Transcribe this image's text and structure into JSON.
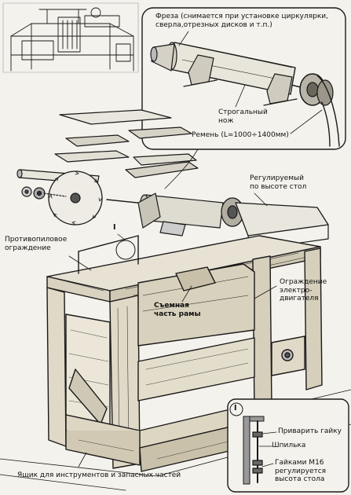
{
  "labels": {
    "freza": "Фреза (снимается при установке циркулярки,\nсверла,отрезных дисков и т.п.)",
    "strogalny_nozh": "Строгальный\nнож",
    "remen": "Ремень (L=1000÷1400мм)",
    "stol": "Регулируемый\nпо высоте стол",
    "marker_I_left": "I",
    "protivopil": "Противопиловое\nограждение",
    "ograzhdenie": "Ограждение\nэлектро-\nдвигателя",
    "semnaya": "Съемная\nчасть рамы",
    "inset_marker_I": "I",
    "privarit": "Приварить гайку",
    "shpilka": "Шпилька",
    "gaiki": "Гайками М16\nрегулируется\nвысота стола",
    "yashchik": "Ящик для инструментов и запасных частей"
  }
}
